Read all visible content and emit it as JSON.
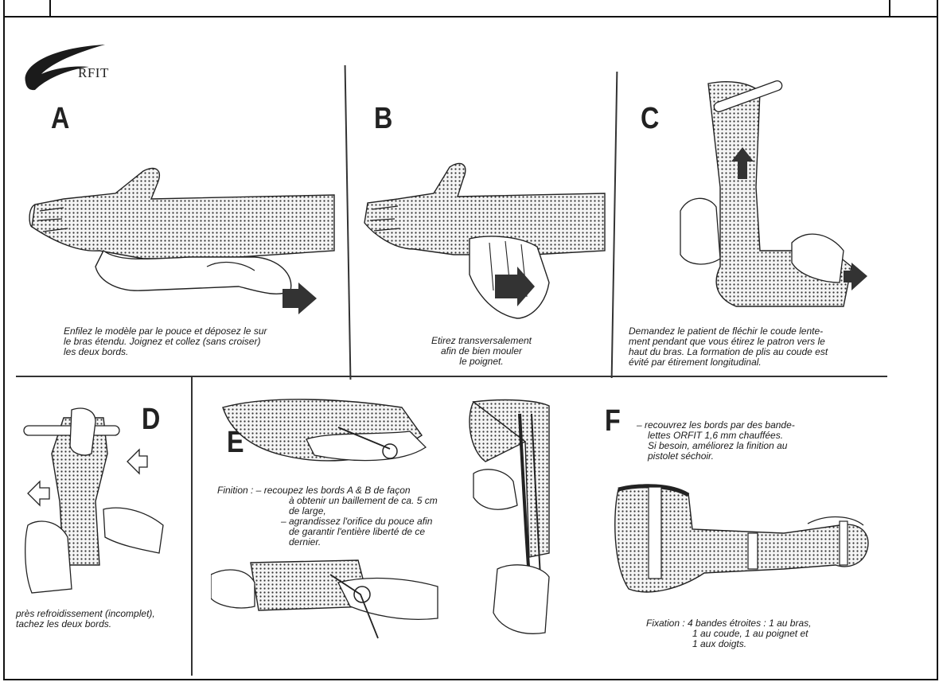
{
  "logo": {
    "text": "RFIT"
  },
  "panels": {
    "a": {
      "letter": "A",
      "caption": [
        "Enfilez le modèle par le pouce et déposez le sur",
        "le bras étendu. Joignez et collez (sans croiser)",
        "les deux bords."
      ]
    },
    "b": {
      "letter": "B",
      "caption": [
        "Etirez transversalement",
        "afin de bien mouler",
        "le poignet."
      ]
    },
    "c": {
      "letter": "C",
      "caption": [
        "Demandez le patient de fléchir le coude lente-",
        "ment pendant que vous étirez le patron vers le",
        "haut du bras. La formation de plis au coude est",
        "évité par étirement longitudinal."
      ]
    },
    "d": {
      "letter": "D",
      "caption": [
        "près refroidissement (incomplet),",
        "tachez les deux bords."
      ]
    },
    "e": {
      "letter": "E",
      "caption": [
        "Finition : –  recoupez les bords A & B de façon",
        "à obtenir un baillement de ca. 5 cm",
        "de large,",
        "–  agrandissez l'orifice du pouce afin",
        "de garantir l'entière liberté de ce",
        "dernier."
      ]
    },
    "f": {
      "letter": "F",
      "caption": [
        "–  recouvrez les bords par des bande-",
        "lettes ORFIT 1,6 mm chauffées.",
        "Si besoin, améliorez la finition au",
        "pistolet séchoir."
      ],
      "fixation": [
        "Fixation : 4 bandes étroites : 1 au bras,",
        "1 au coude, 1 au poignet et",
        "1 aux doigts."
      ]
    }
  }
}
